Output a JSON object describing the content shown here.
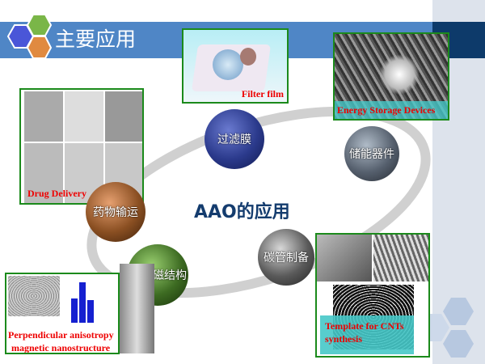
{
  "header": {
    "title": "主要应用"
  },
  "center_title": "AAO的应用",
  "nodes": [
    {
      "label": "过滤膜",
      "color": "#2b3a8c"
    },
    {
      "label": "储能器件",
      "color": "#56606e"
    },
    {
      "label": "药物输运",
      "color": "#8a4f22"
    },
    {
      "label": "磁结构",
      "color": "#3d6b22"
    },
    {
      "label": "碳管制备",
      "color": "#5a5a5a"
    }
  ],
  "images": {
    "filter": "Filter film",
    "energy": "Energy Storage Devices",
    "drug": "Drug Delivery",
    "magnet_line1": "Perpendicular anisotropy",
    "magnet_line2": "magnetic nanostructure",
    "cnt_line1": "Template for CNTs",
    "cnt_line2": "synthesis"
  }
}
